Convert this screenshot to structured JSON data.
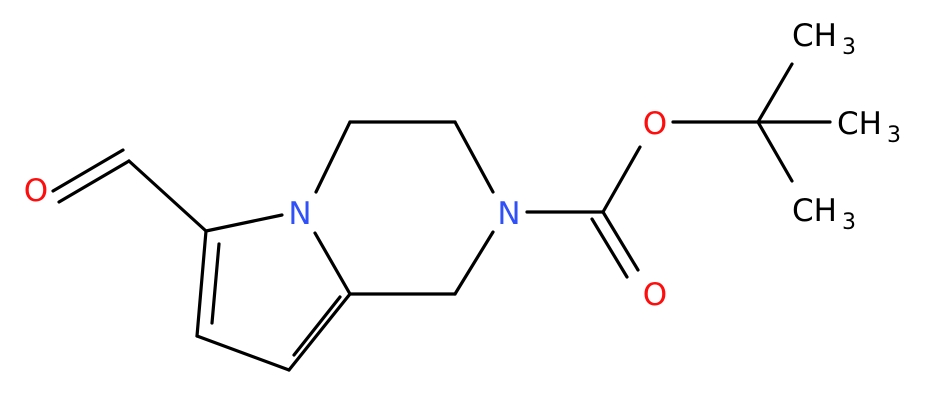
{
  "molecule": {
    "atoms": {
      "aldehyde_o": "O",
      "ring_n": "N",
      "boc_n": "N",
      "ester_o": "O",
      "carbonyl_o": "O",
      "methyl_top": "CH",
      "methyl_mid": "CH",
      "methyl_bottom": "CH",
      "methyl_subscript": "3"
    },
    "colors": {
      "oxygen": "#ff0d0d",
      "nitrogen": "#3050f8",
      "carbon": "#000000",
      "bond": "#000000"
    }
  }
}
